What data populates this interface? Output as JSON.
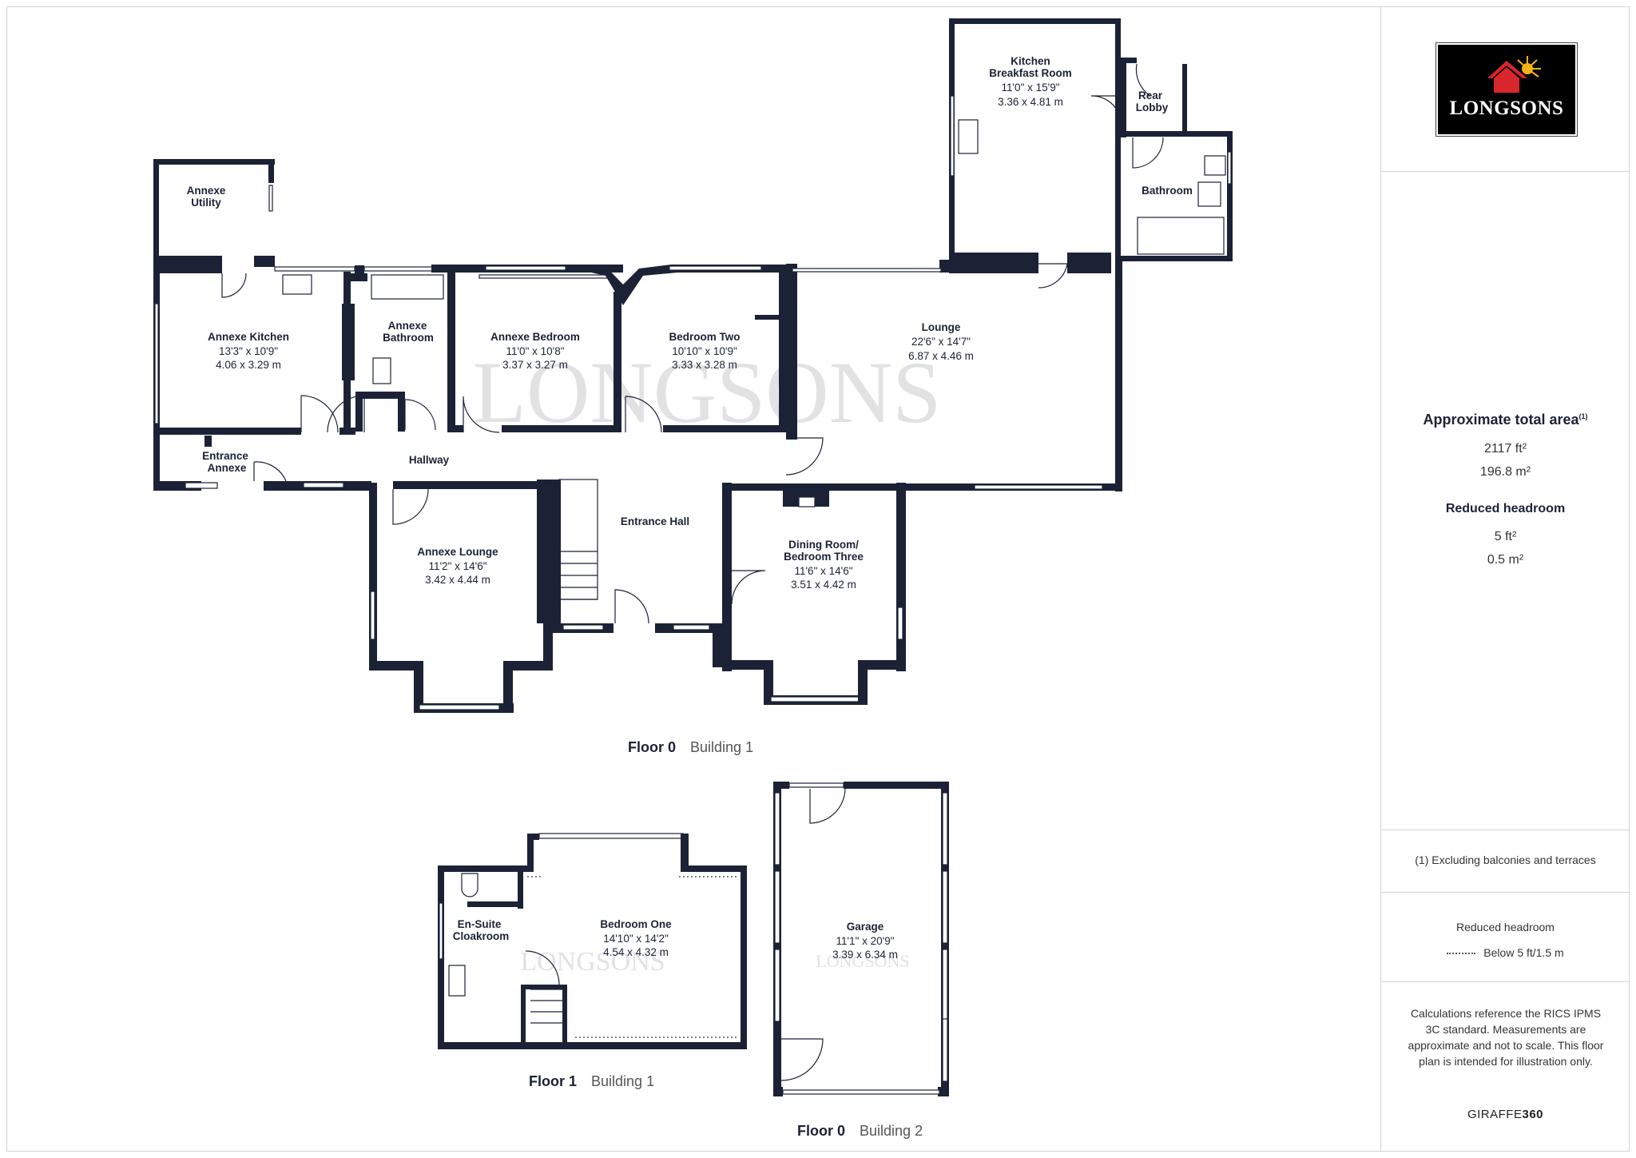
{
  "brand": {
    "logo_text": "LONGSONS",
    "watermark": "LONGSONS",
    "footer_prefix": "GIRAFFE",
    "footer_suffix": "360"
  },
  "colors": {
    "wall": "#1c2236",
    "roof": "#d9262b",
    "sun": "#f7b218",
    "text": "#1c2236",
    "watermark": "#e2e2e2"
  },
  "rooms": {
    "kitchen_breakfast": {
      "name": "Kitchen\nBreakfast Room",
      "imperial": "11'0\" x 15'9\"",
      "metric": "3.36 x 4.81 m"
    },
    "rear_lobby": {
      "name": "Rear\nLobby"
    },
    "bathroom": {
      "name": "Bathroom"
    },
    "annexe_utility": {
      "name": "Annexe\nUtility"
    },
    "annexe_kitchen": {
      "name": "Annexe Kitchen",
      "imperial": "13'3\" x 10'9\"",
      "metric": "4.06 x 3.29 m"
    },
    "annexe_bathroom": {
      "name": "Annexe\nBathroom"
    },
    "annexe_bedroom": {
      "name": "Annexe Bedroom",
      "imperial": "11'0\" x 10'8\"",
      "metric": "3.37 x 3.27 m"
    },
    "bedroom_two": {
      "name": "Bedroom Two",
      "imperial": "10'10\" x 10'9\"",
      "metric": "3.33 x 3.28 m"
    },
    "lounge": {
      "name": "Lounge",
      "imperial": "22'6\" x 14'7\"",
      "metric": "6.87 x 4.46 m"
    },
    "entrance_annexe": {
      "name": "Entrance\nAnnexe"
    },
    "hallway": {
      "name": "Hallway"
    },
    "entrance_hall": {
      "name": "Entrance Hall"
    },
    "annexe_lounge": {
      "name": "Annexe Lounge",
      "imperial": "11'2\" x 14'6\"",
      "metric": "3.42 x 4.44 m"
    },
    "dining_room": {
      "name": "Dining Room/\nBedroom Three",
      "imperial": "11'6\" x 14'6\"",
      "metric": "3.51 x 4.42 m"
    },
    "en_suite": {
      "name": "En-Suite\nCloakroom"
    },
    "bedroom_one": {
      "name": "Bedroom One",
      "imperial": "14'10\" x 14'2\"",
      "metric": "4.54 x 4.32 m"
    },
    "garage": {
      "name": "Garage",
      "imperial": "11'1\" x 20'9\"",
      "metric": "3.39 x 6.34 m"
    }
  },
  "floors": {
    "f0b1": {
      "floor": "Floor 0",
      "building": "Building 1"
    },
    "f1b1": {
      "floor": "Floor 1",
      "building": "Building 1"
    },
    "f0b2": {
      "floor": "Floor 0",
      "building": "Building 2"
    }
  },
  "sidebar": {
    "area_title": "Approximate total area",
    "area_sup": "(1)",
    "area_ft": "2117 ft²",
    "area_m": "196.8 m²",
    "reduced_title": "Reduced headroom",
    "reduced_ft": "5 ft²",
    "reduced_m": "0.5 m²",
    "note": "(1) Excluding balconies and terraces",
    "legend_title": "Reduced headroom",
    "legend_item": "Below 5 ft/1.5 m",
    "calc": "Calculations reference the RICS IPMS 3C standard. Measurements are approximate and not to scale. This floor plan is intended for illustration only."
  }
}
